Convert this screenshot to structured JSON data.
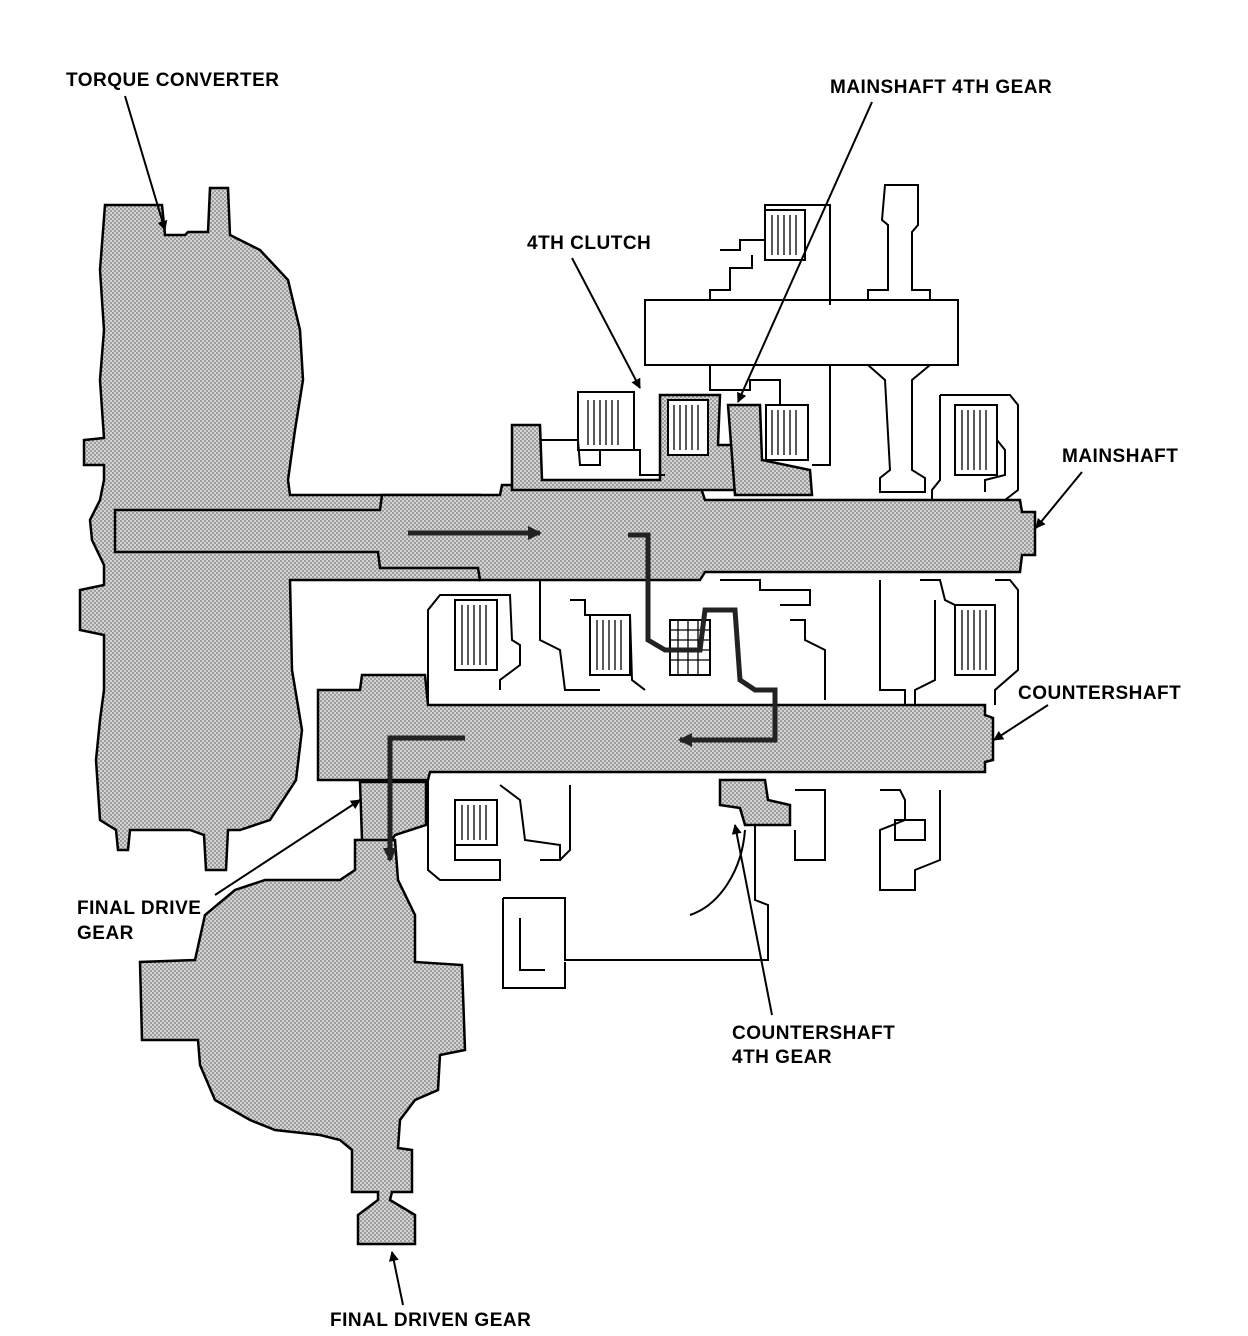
{
  "labels": {
    "torque_converter": "TORQUE CONVERTER",
    "mainshaft_4th_gear": "MAINSHAFT 4TH GEAR",
    "fourth_clutch": "4TH CLUTCH",
    "mainshaft": "MAINSHAFT",
    "countershaft": "COUNTERSHAFT",
    "final_drive_gear_line1": "FINAL DRIVE",
    "final_drive_gear_line2": "GEAR",
    "countershaft_4th_gear_line1": "COUNTERSHAFT",
    "countershaft_4th_gear_line2": "4TH GEAR",
    "final_driven_gear": "FINAL DRIVEN GEAR"
  },
  "colors": {
    "ink": "#000000",
    "shade_dot": "#777777",
    "paper": "#ffffff",
    "flow_arrow": "#222222"
  }
}
